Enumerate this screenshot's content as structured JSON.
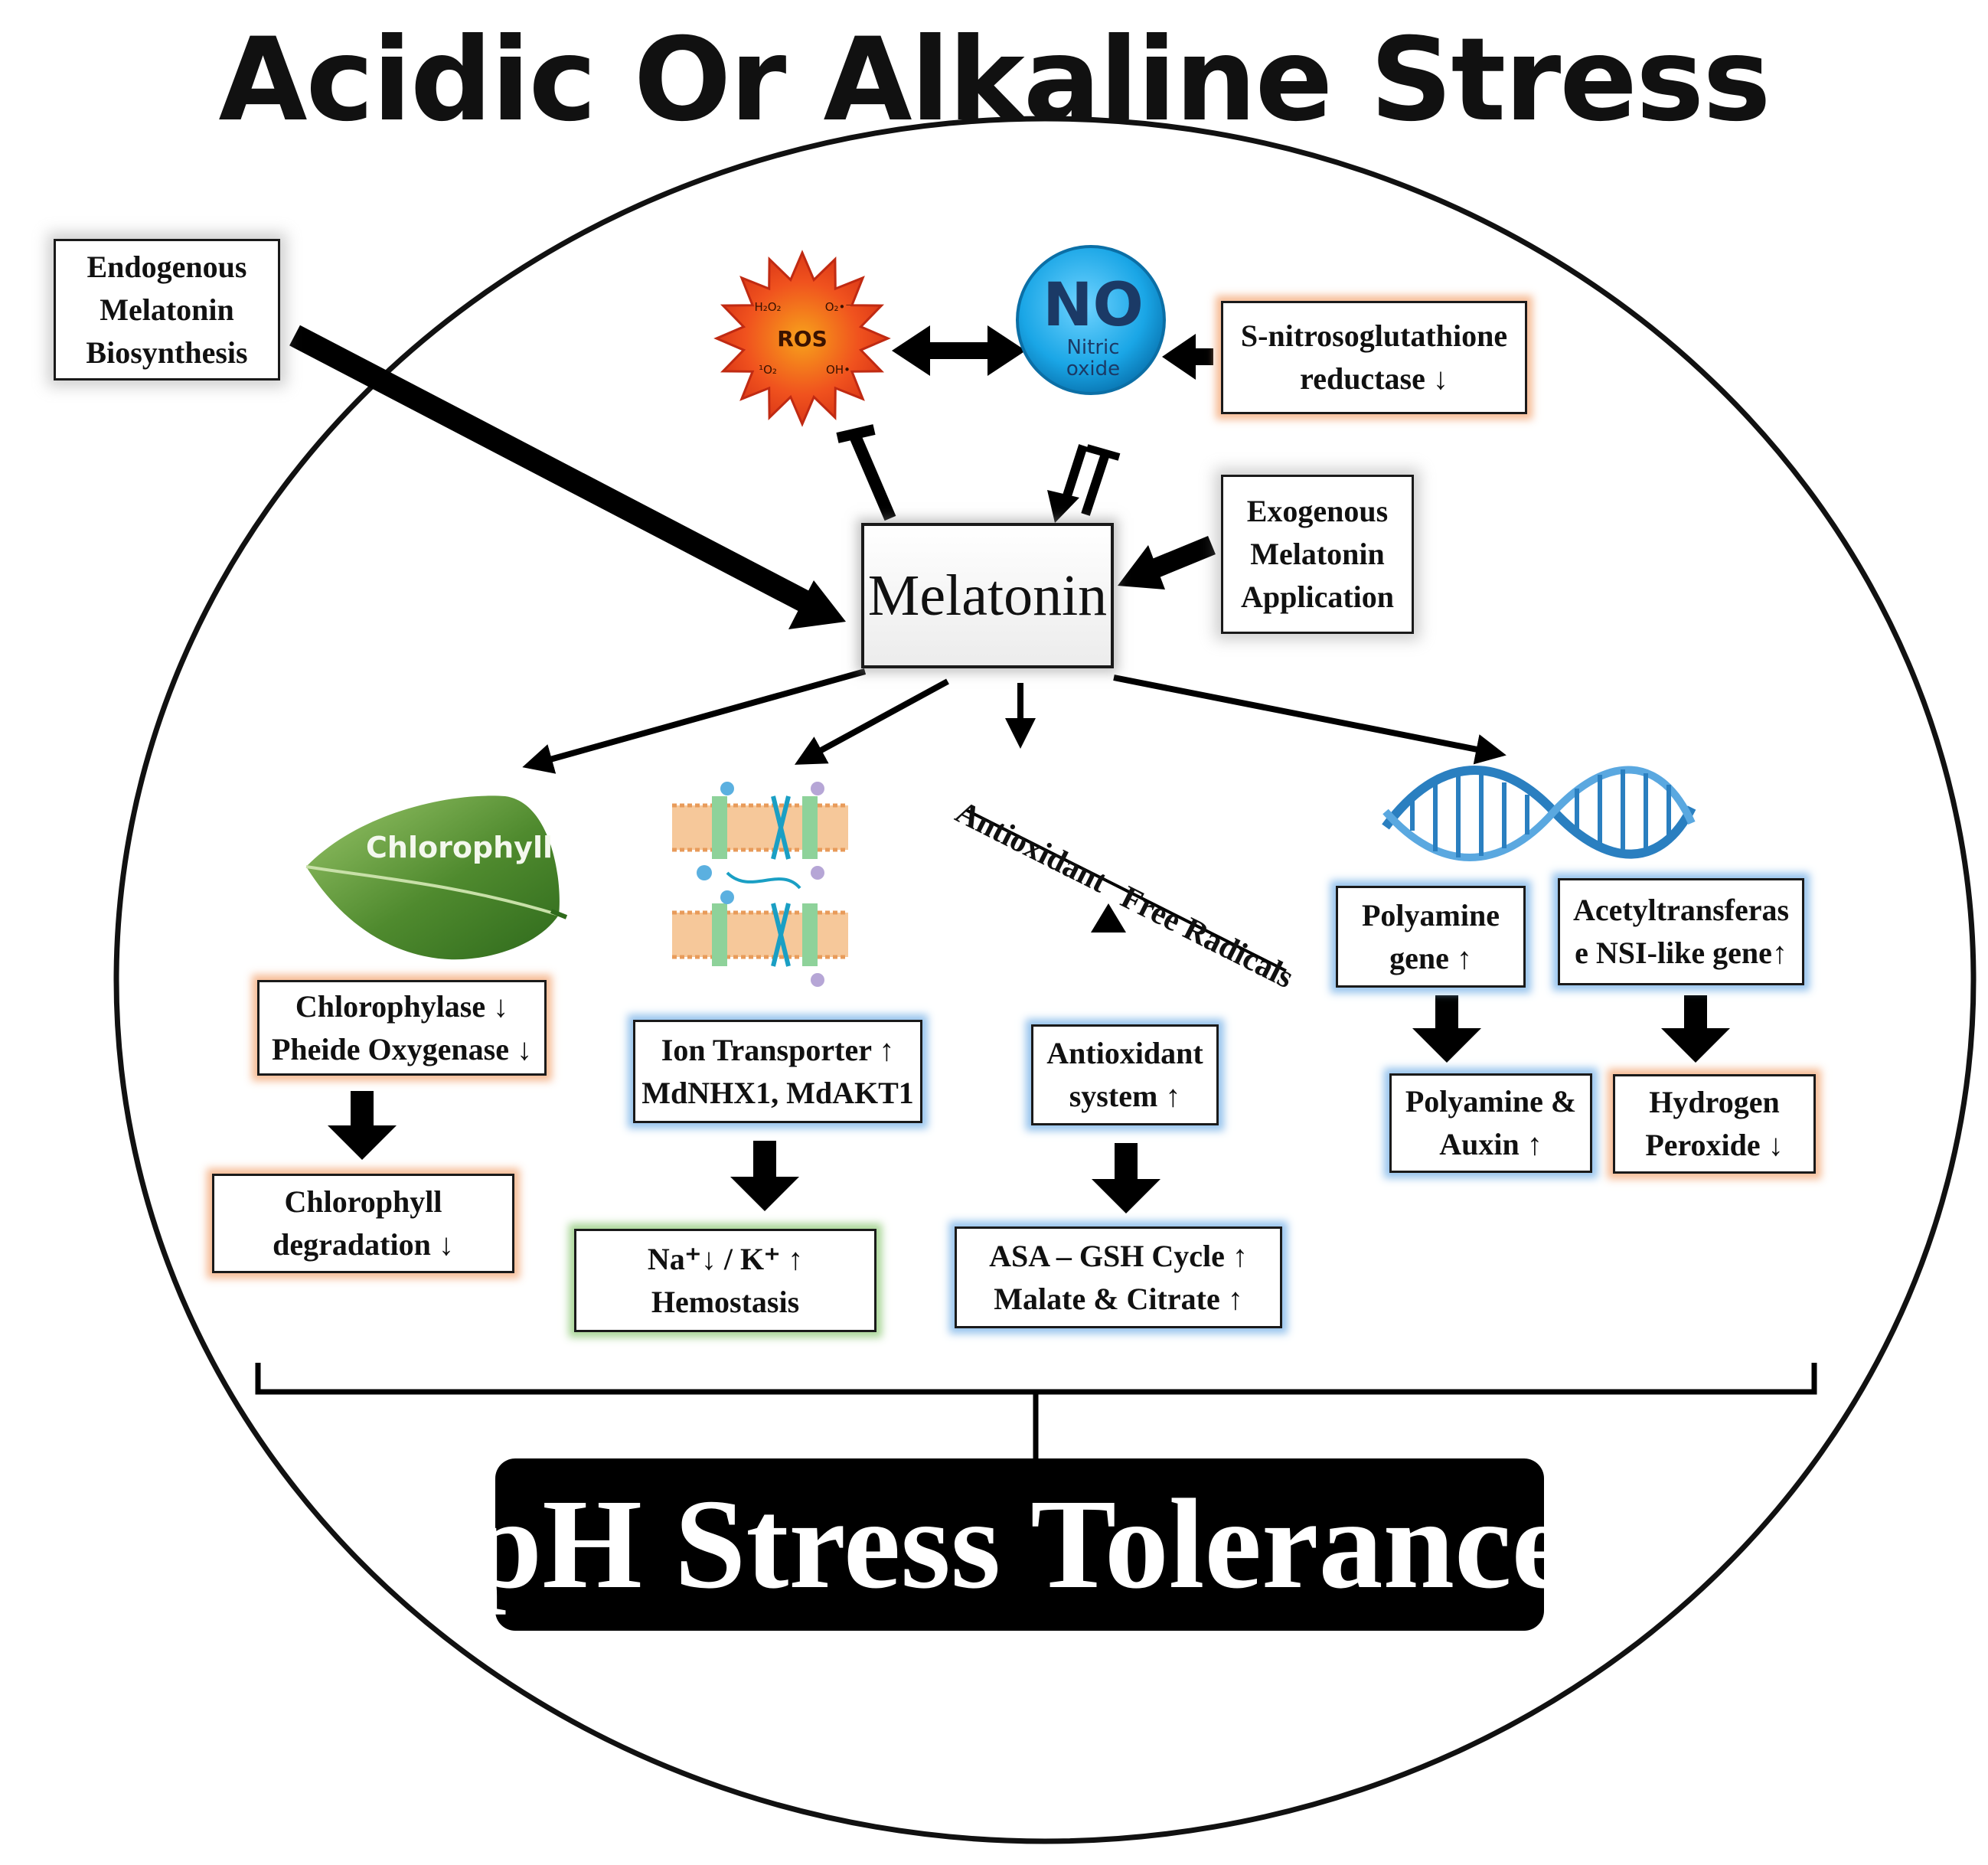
{
  "title": "Acidic Or Alkaline Stress",
  "center": "Melatonin",
  "inputs": {
    "endogenous": [
      "Endogenous",
      "Melatonin",
      "Biosynthesis"
    ],
    "exogenous": [
      "Exogenous",
      "Melatonin",
      "Application"
    ],
    "gsnor": [
      "S-nitrosoglutathione",
      "reductase ↓"
    ]
  },
  "ros": {
    "label": "ROS",
    "h2o2": "H₂O₂",
    "o2": "O₂•⁻",
    "singlet": "¹O₂",
    "oh": "OH•"
  },
  "no": {
    "label": "NO",
    "sub1": "Nitric",
    "sub2": "oxide"
  },
  "chlorophyll": {
    "leaf_label": "Chlorophyll",
    "enzymes": [
      "Chlorophylase ↓",
      "Pheide Oxygenase ↓"
    ],
    "result": [
      "Chlorophyll",
      "degradation ↓"
    ]
  },
  "ion": {
    "transporter": [
      "Ion Transporter ↑",
      "MdNHX1, MdAKT1"
    ],
    "result": [
      "Na⁺↓ / K⁺ ↑",
      "Hemostasis"
    ]
  },
  "antioxidant": {
    "balance_left": "Antioxidant",
    "balance_right": "Free Radicals",
    "system": [
      "Antioxidant",
      "system ↑"
    ],
    "result": [
      "ASA – GSH Cycle ↑",
      "Malate & Citrate ↑"
    ]
  },
  "genes": {
    "polyamine_gene": [
      "Polyamine",
      "gene ↑"
    ],
    "acetyltransferase": [
      "Acetyltransferas",
      "e NSI-like gene↑"
    ],
    "polyamine_auxin": [
      "Polyamine &",
      "Auxin ↑"
    ],
    "hydrogen_peroxide": [
      "Hydrogen",
      "Peroxide ↓"
    ]
  },
  "outcome": "pH Stress Tolerance"
}
